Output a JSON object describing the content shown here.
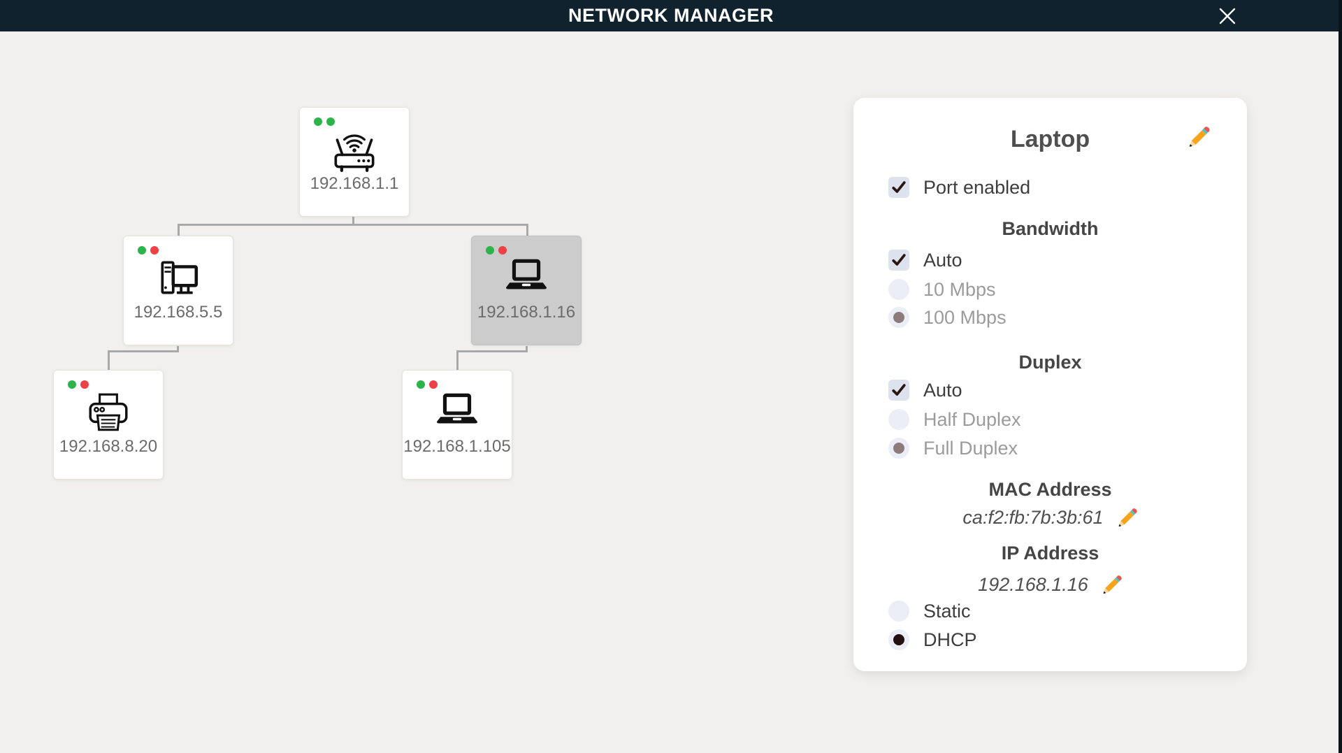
{
  "window": {
    "title": "NETWORK MANAGER"
  },
  "colors": {
    "css_vars": {
      "page-bg": "#f1f0ee",
      "header-bg": "#10222e",
      "edge-strip": "#0c141b",
      "panel-bg": "#ffffff",
      "node-bg": "#ffffff",
      "node-selected-bg": "#cccccc",
      "connector": "#a9a9a9",
      "text-primary": "#3d3d3d",
      "text-disabled": "#9b9b9b",
      "heading": "#454545",
      "node-ip": "#6b6b6b",
      "checkbox-bg": "#dde2ef",
      "check-color": "#2a1711",
      "radio-bg": "#eceef7",
      "radio-dot-disabled": "#8d7b7b",
      "radio-dot-active": "#260f10",
      "pencil-body": "#f7a41d",
      "pencil-eraser": "#ef5350",
      "pencil-band": "#45c5c9"
    },
    "led_map": {
      "green": "#2cb34a",
      "red": "#ee4145"
    }
  },
  "topology": {
    "nodes": [
      {
        "name": "router",
        "device": "router",
        "ip": "192.168.1.1",
        "leds": [
          "green",
          "green"
        ],
        "selected": false
      },
      {
        "name": "desktop",
        "device": "desktop",
        "ip": "192.168.5.5",
        "leds": [
          "green",
          "red"
        ],
        "selected": false
      },
      {
        "name": "laptop",
        "device": "laptop",
        "ip": "192.168.1.16",
        "leds": [
          "green",
          "red"
        ],
        "selected": true
      },
      {
        "name": "printer",
        "device": "printer",
        "ip": "192.168.8.20",
        "leds": [
          "green",
          "red"
        ],
        "selected": false
      },
      {
        "name": "laptop-2",
        "device": "laptop",
        "ip": "192.168.1.105",
        "leds": [
          "green",
          "red"
        ],
        "selected": false
      }
    ]
  },
  "panel": {
    "title": "Laptop",
    "port_enabled": {
      "label": "Port enabled",
      "checked": true
    },
    "bandwidth": {
      "heading": "Bandwidth",
      "options": [
        {
          "label": "Auto",
          "control": "checkbox",
          "state": "checked"
        },
        {
          "label": "10 Mbps",
          "control": "radio",
          "state": "unchecked",
          "disabled": true
        },
        {
          "label": "100 Mbps",
          "control": "radio",
          "state": "selected",
          "disabled": true
        }
      ]
    },
    "duplex": {
      "heading": "Duplex",
      "options": [
        {
          "label": "Auto",
          "control": "checkbox",
          "state": "checked"
        },
        {
          "label": "Half Duplex",
          "control": "radio",
          "state": "unchecked",
          "disabled": true
        },
        {
          "label": "Full Duplex",
          "control": "radio",
          "state": "selected",
          "disabled": true
        }
      ]
    },
    "mac": {
      "heading": "MAC Address",
      "value": "ca:f2:fb:7b:3b:61"
    },
    "ip": {
      "heading": "IP Address",
      "value": "192.168.1.16"
    },
    "ip_mode": {
      "options": [
        {
          "label": "Static",
          "control": "radio",
          "state": "unchecked"
        },
        {
          "label": "DHCP",
          "control": "radio",
          "state": "selected"
        }
      ]
    }
  }
}
